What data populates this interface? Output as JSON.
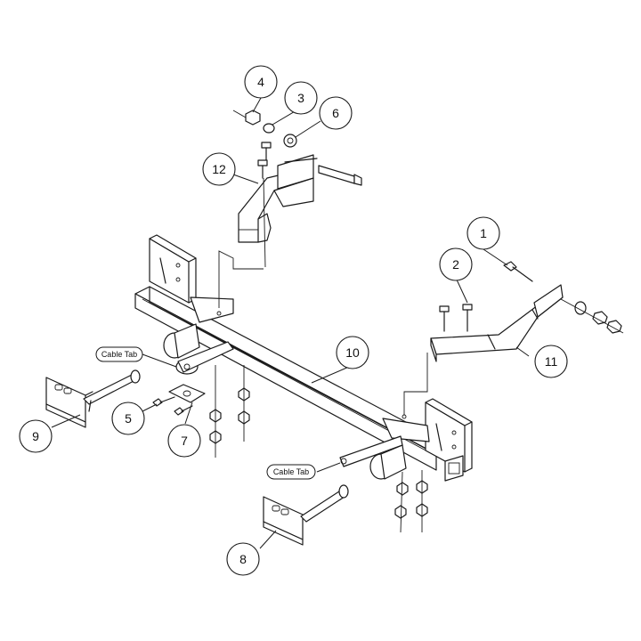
{
  "callouts": {
    "c1": "1",
    "c2": "2",
    "c3": "3",
    "c4": "4",
    "c5": "5",
    "c6": "6",
    "c7": "7",
    "c8": "8",
    "c9": "9",
    "c10": "10",
    "c11": "11",
    "c12": "12"
  },
  "labels": {
    "cable_tab_left": "Cable Tab",
    "cable_tab_right": "Cable Tab"
  }
}
